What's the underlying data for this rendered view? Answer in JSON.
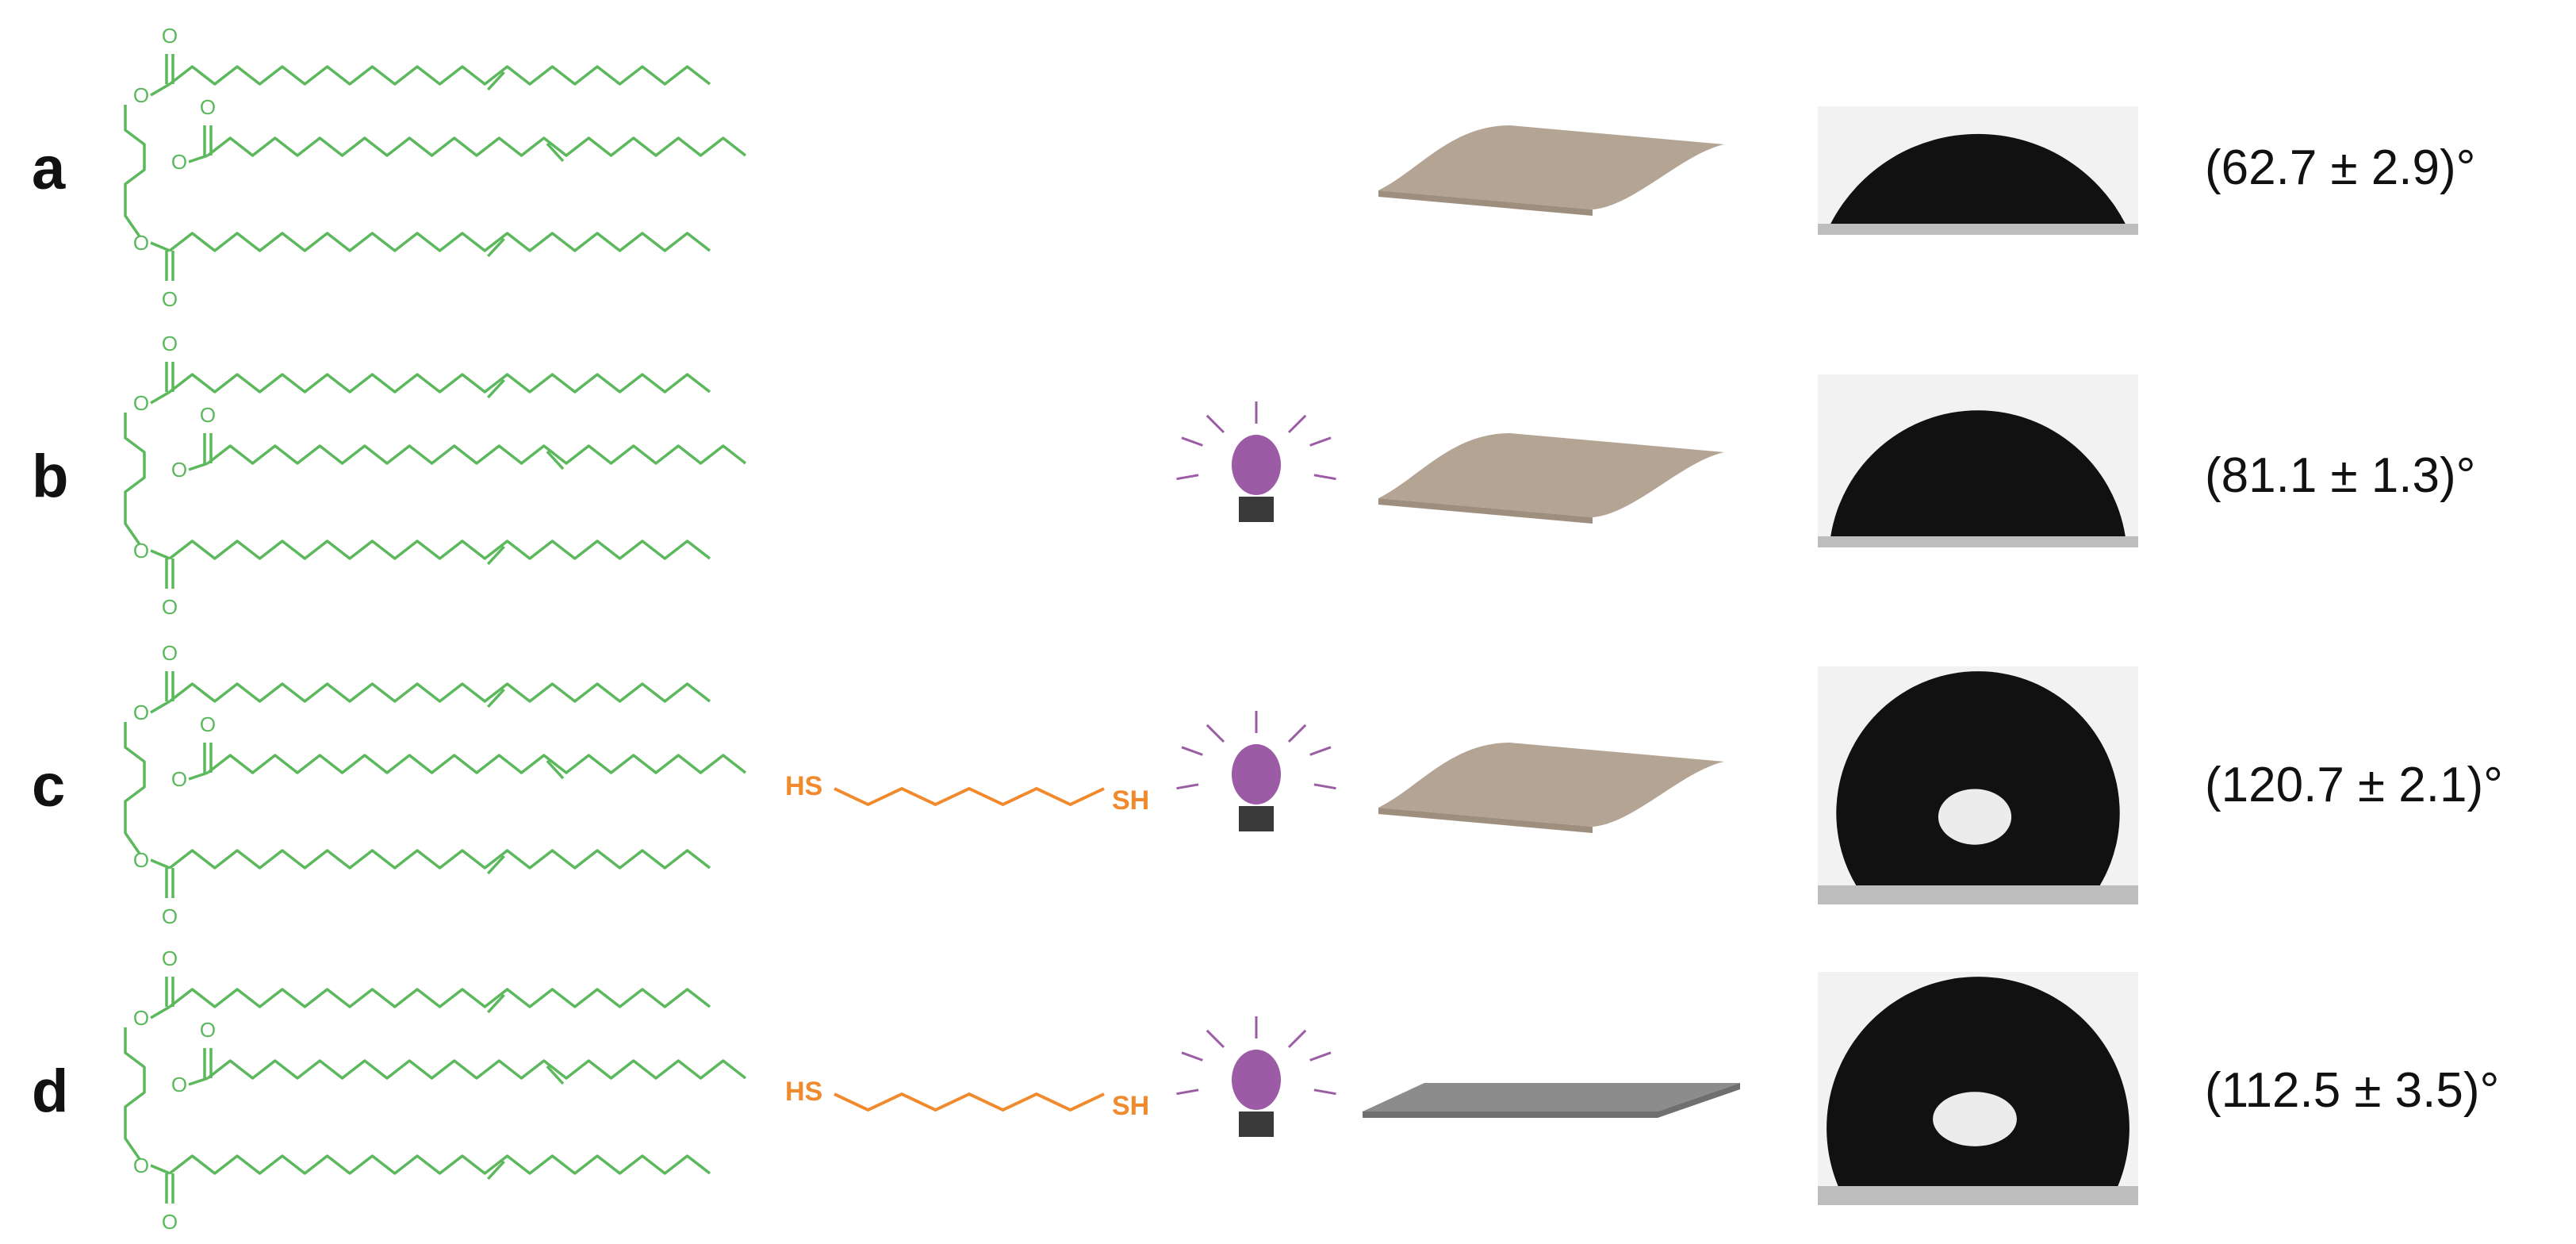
{
  "colors": {
    "triglyceride": "#5cb85c",
    "thiol": "#f08a2c",
    "lamp_bulb": "#9b5ba5",
    "lamp_base": "#3a3a3a",
    "lamp_rays": "#9b5ba5",
    "film_uncured": "#b4a494",
    "film_cured": "#8c8c8c"
  },
  "atoms": {
    "oxygen": "O"
  },
  "rows": [
    {
      "label": "a",
      "thiol": false,
      "lamp": false,
      "film": "wavy",
      "angle": "(62.7 ± 2.9)°",
      "drop_contact_deg": 62.7
    },
    {
      "label": "b",
      "thiol": false,
      "lamp": true,
      "film": "wavy",
      "angle": "(81.1 ± 1.3)°",
      "drop_contact_deg": 81.1
    },
    {
      "label": "c",
      "thiol": true,
      "lamp": true,
      "film": "wavy",
      "thiol_left": "HS",
      "thiol_right": "SH",
      "angle": "(120.7 ± 2.1)°",
      "drop_contact_deg": 120.7
    },
    {
      "label": "d",
      "thiol": true,
      "lamp": true,
      "film": "flat",
      "thiol_left": "HS",
      "thiol_right": "SH",
      "angle": "(112.5 ± 3.5)°",
      "drop_contact_deg": 112.5
    }
  ]
}
